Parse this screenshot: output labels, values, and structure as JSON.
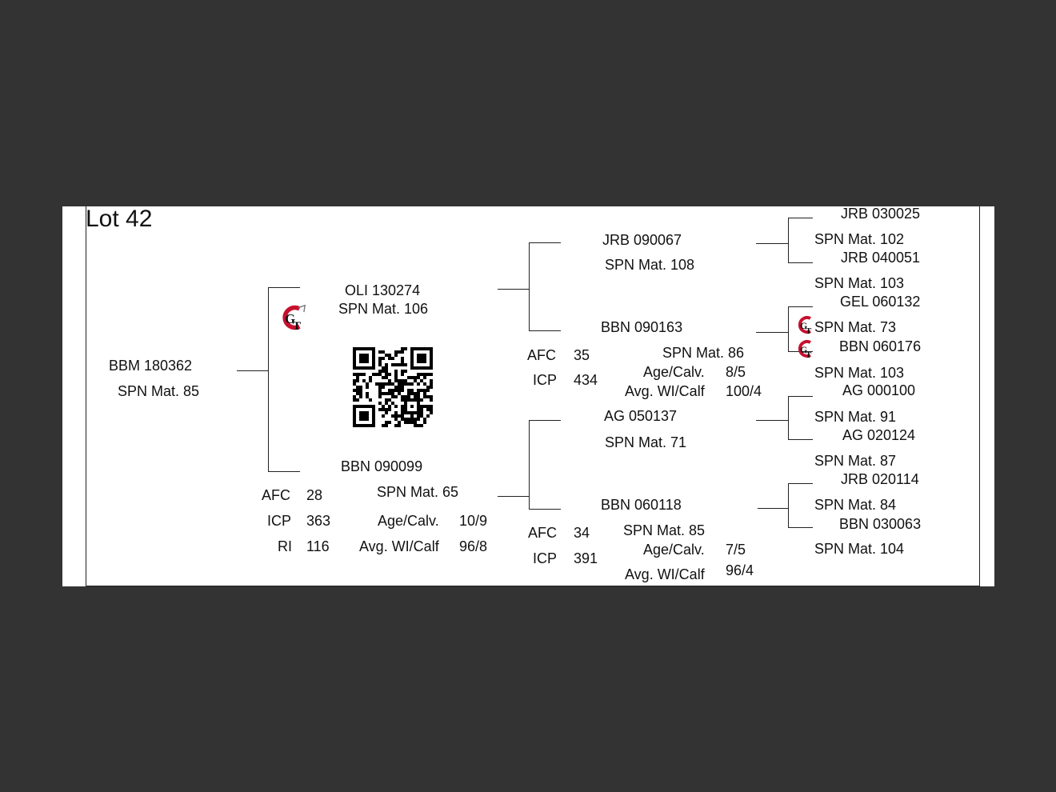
{
  "lot_title": "Lot 42",
  "subject": {
    "id": "BBM 180362",
    "mat": "SPN Mat. 85"
  },
  "sire": {
    "id": "OLI 130274",
    "mat": "SPN Mat. 106",
    "sire": {
      "id": "JRB 090067",
      "mat": "SPN Mat. 108"
    },
    "dam": {
      "id": "BBN 090163",
      "mat": "SPN Mat. 86",
      "afc_label": "AFC",
      "afc": "35",
      "icp_label": "ICP",
      "icp": "434",
      "agecalv_label": "Age/Calv.",
      "agecalv": "8/5",
      "wi_label": "Avg. WI/Calf",
      "wi": "100/4"
    }
  },
  "dam": {
    "id": "BBN 090099",
    "mat": "SPN Mat. 65",
    "afc_label": "AFC",
    "afc": "28",
    "icp_label": "ICP",
    "icp": "363",
    "ri_label": "RI",
    "ri": "116",
    "agecalv_label": "Age/Calv.",
    "agecalv": "10/9",
    "wi_label": "Avg. WI/Calf",
    "wi": "96/8",
    "sire": {
      "id": "AG  050137",
      "mat": "SPN Mat. 71"
    },
    "dam": {
      "id": "BBN 060118",
      "mat": "SPN Mat. 85",
      "afc_label": "AFC",
      "afc": "34",
      "icp_label": "ICP",
      "icp": "391",
      "agecalv_label": "Age/Calv.",
      "agecalv": "7/5",
      "wi_label": "Avg. WI/Calf",
      "wi": "96/4"
    }
  },
  "great_grandparents": [
    {
      "id": "JRB 030025",
      "mat": "SPN Mat. 102"
    },
    {
      "id": "JRB 040051",
      "mat": "SPN Mat. 103"
    },
    {
      "id": "GEL 060132",
      "mat": "SPN Mat. 73"
    },
    {
      "id": "BBN 060176",
      "mat": "SPN Mat. 103"
    },
    {
      "id": "AG  000100",
      "mat": "SPN Mat. 91"
    },
    {
      "id": "AG  020124",
      "mat": "SPN Mat. 87"
    },
    {
      "id": "JRB 020114",
      "mat": "SPN Mat. 84"
    },
    {
      "id": "BBN 030063",
      "mat": "SPN Mat. 104"
    }
  ],
  "icons": {
    "badge": "gt-genotyped-badge-icon",
    "qr": "qr-code-icon"
  },
  "colors": {
    "background": "#333333",
    "paper": "#ffffff",
    "badge_red": "#c8102e"
  }
}
